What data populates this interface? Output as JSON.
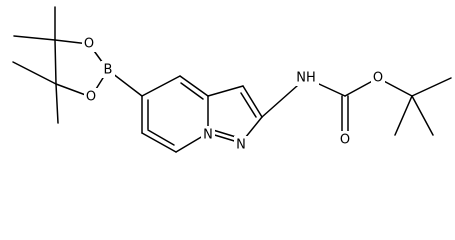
{
  "atoms": {
    "o_top": "O",
    "o_bottom": "O",
    "b": "B",
    "nh": "NH",
    "o_ester": "O",
    "o_carbonyl": "O",
    "n_bridge": "N",
    "n_pyrazole": "N"
  },
  "colors": {
    "ink": "#000000",
    "background": "#ffffff"
  }
}
